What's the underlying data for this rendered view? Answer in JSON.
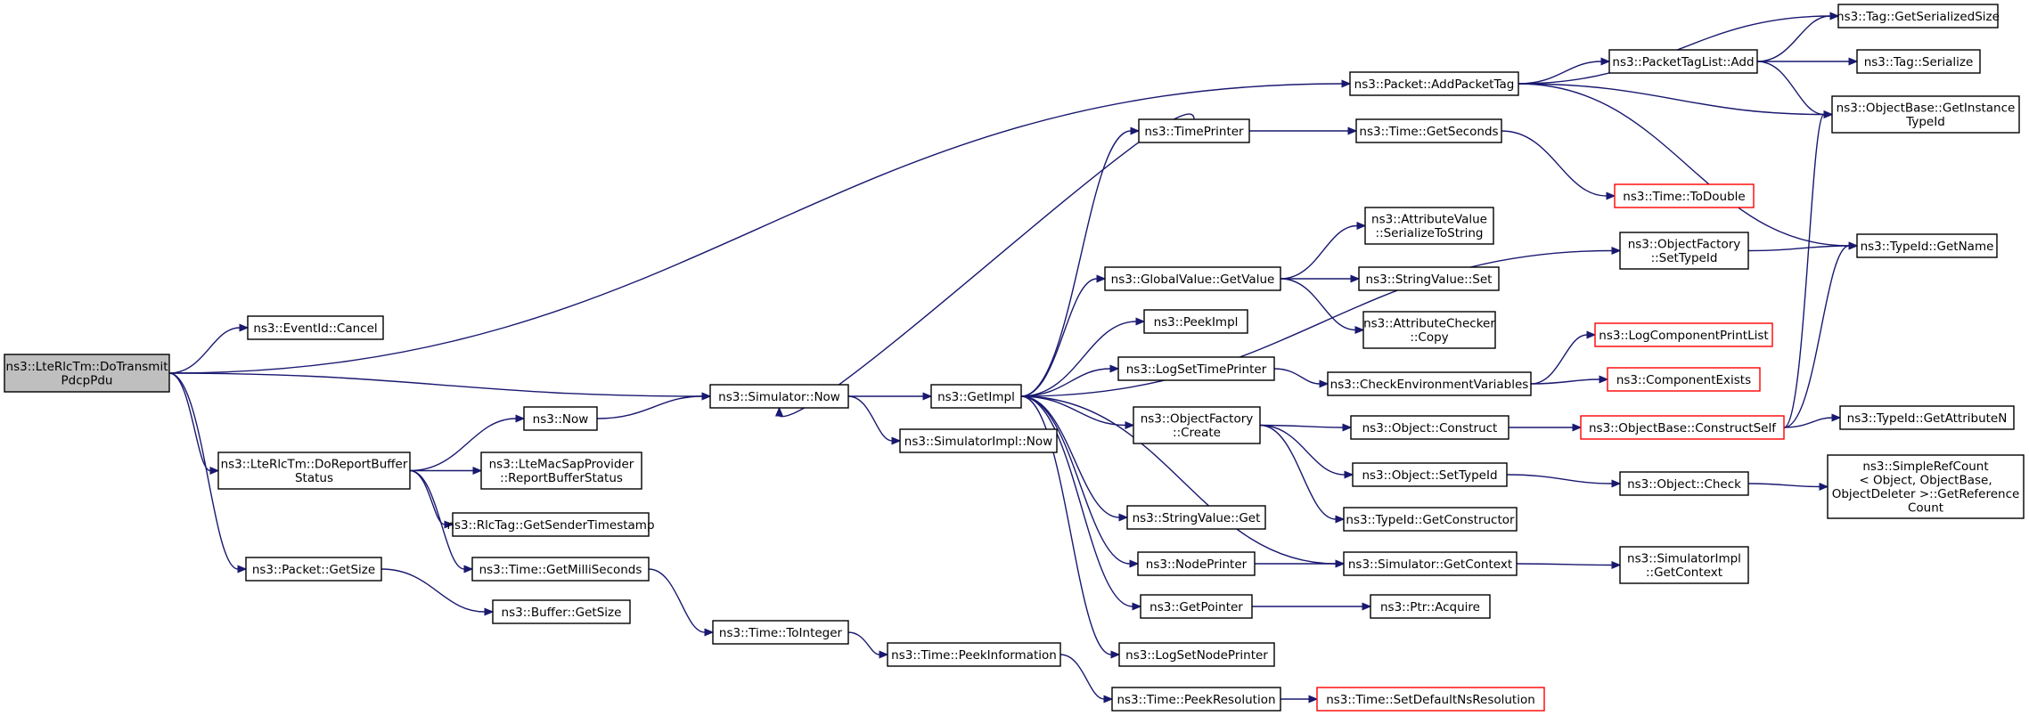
{
  "colors": {
    "edge": "#191970",
    "node_border": "#000000",
    "truncated_border": "#ff0000",
    "root_fill": "#bfbfbf"
  },
  "nodes": [
    {
      "id": "root",
      "lines": [
        "ns3::LteRlcTm::DoTransmit",
        "PdcpPdu"
      ],
      "root": true
    },
    {
      "id": "eventid_cancel",
      "lines": [
        "ns3::EventId::Cancel"
      ]
    },
    {
      "id": "doreport",
      "lines": [
        "ns3::LteRlcTm::DoReportBuffer",
        "Status"
      ]
    },
    {
      "id": "packet_getsize",
      "lines": [
        "ns3::Packet::GetSize"
      ]
    },
    {
      "id": "ns3_now",
      "lines": [
        "ns3::Now"
      ]
    },
    {
      "id": "ltemac",
      "lines": [
        "ns3::LteMacSapProvider",
        "::ReportBufferStatus"
      ]
    },
    {
      "id": "rlctag",
      "lines": [
        "ns3::RlcTag::GetSenderTimestamp"
      ]
    },
    {
      "id": "getmilli",
      "lines": [
        "ns3::Time::GetMilliSeconds"
      ]
    },
    {
      "id": "buffer_getsize",
      "lines": [
        "ns3::Buffer::GetSize"
      ]
    },
    {
      "id": "sim_now",
      "lines": [
        "ns3::Simulator::Now"
      ]
    },
    {
      "id": "tointeger",
      "lines": [
        "ns3::Time::ToInteger"
      ]
    },
    {
      "id": "getimpl",
      "lines": [
        "ns3::GetImpl"
      ]
    },
    {
      "id": "simimpl_now",
      "lines": [
        "ns3::SimulatorImpl::Now"
      ]
    },
    {
      "id": "peekinfo",
      "lines": [
        "ns3::Time::PeekInformation"
      ]
    },
    {
      "id": "timeprinter",
      "lines": [
        "ns3::TimePrinter"
      ]
    },
    {
      "id": "globalvalue",
      "lines": [
        "ns3::GlobalValue::GetValue"
      ]
    },
    {
      "id": "peekimpl",
      "lines": [
        "ns3::PeekImpl"
      ]
    },
    {
      "id": "logsettime",
      "lines": [
        "ns3::LogSetTimePrinter"
      ]
    },
    {
      "id": "objfactory_create",
      "lines": [
        "ns3::ObjectFactory",
        "::Create"
      ]
    },
    {
      "id": "stringvalue_get",
      "lines": [
        "ns3::StringValue::Get"
      ]
    },
    {
      "id": "nodeprinter",
      "lines": [
        "ns3::NodePrinter"
      ]
    },
    {
      "id": "getpointer",
      "lines": [
        "ns3::GetPointer"
      ]
    },
    {
      "id": "logsetnode",
      "lines": [
        "ns3::LogSetNodePrinter"
      ]
    },
    {
      "id": "peekres",
      "lines": [
        "ns3::Time::PeekResolution"
      ]
    },
    {
      "id": "addpackettag",
      "lines": [
        "ns3::Packet::AddPacketTag"
      ]
    },
    {
      "id": "gettime_seconds",
      "lines": [
        "ns3::Time::GetSeconds"
      ]
    },
    {
      "id": "attrvalue",
      "lines": [
        "ns3::AttributeValue",
        "::SerializeToString"
      ]
    },
    {
      "id": "stringvalue_set",
      "lines": [
        "ns3::StringValue::Set"
      ]
    },
    {
      "id": "attrchecker",
      "lines": [
        "ns3::AttributeChecker",
        "::Copy"
      ]
    },
    {
      "id": "checkenv",
      "lines": [
        "ns3::CheckEnvironmentVariables"
      ]
    },
    {
      "id": "obj_construct",
      "lines": [
        "ns3::Object::Construct"
      ]
    },
    {
      "id": "obj_settypeid",
      "lines": [
        "ns3::Object::SetTypeId"
      ]
    },
    {
      "id": "typeid_getctor",
      "lines": [
        "ns3::TypeId::GetConstructor"
      ]
    },
    {
      "id": "sim_getcontext",
      "lines": [
        "ns3::Simulator::GetContext"
      ]
    },
    {
      "id": "ptr_acquire",
      "lines": [
        "ns3::Ptr::Acquire"
      ]
    },
    {
      "id": "setdefaultns",
      "lines": [
        "ns3::Time::SetDefaultNsResolution"
      ],
      "truncated": true
    },
    {
      "id": "packettaglist_add",
      "lines": [
        "ns3::PacketTagList::Add"
      ]
    },
    {
      "id": "todouble",
      "lines": [
        "ns3::Time::ToDouble"
      ],
      "truncated": true
    },
    {
      "id": "objfactory_settypeid",
      "lines": [
        "ns3::ObjectFactory",
        "::SetTypeId"
      ]
    },
    {
      "id": "logcompprint",
      "lines": [
        "ns3::LogComponentPrintList"
      ],
      "truncated": true
    },
    {
      "id": "compexists",
      "lines": [
        "ns3::ComponentExists"
      ],
      "truncated": true
    },
    {
      "id": "objbase_constructself",
      "lines": [
        "ns3::ObjectBase::ConstructSelf"
      ],
      "truncated": true
    },
    {
      "id": "obj_check",
      "lines": [
        "ns3::Object::Check"
      ]
    },
    {
      "id": "simimpl_getcontext",
      "lines": [
        "ns3::SimulatorImpl",
        "::GetContext"
      ]
    },
    {
      "id": "tag_getsersize",
      "lines": [
        "ns3::Tag::GetSerializedSize"
      ]
    },
    {
      "id": "tag_serialize",
      "lines": [
        "ns3::Tag::Serialize"
      ]
    },
    {
      "id": "objbase_getinst",
      "lines": [
        "ns3::ObjectBase::GetInstance",
        "TypeId"
      ]
    },
    {
      "id": "typeid_getname",
      "lines": [
        "ns3::TypeId::GetName"
      ]
    },
    {
      "id": "typeid_getattr",
      "lines": [
        "ns3::TypeId::GetAttributeN"
      ]
    },
    {
      "id": "simplerefcount",
      "lines": [
        "ns3::SimpleRefCount",
        "< Object, ObjectBase,",
        "ObjectDeleter >::GetReference",
        "Count"
      ]
    }
  ],
  "edges": [
    [
      "root",
      "eventid_cancel"
    ],
    [
      "root",
      "doreport"
    ],
    [
      "root",
      "packet_getsize"
    ],
    [
      "root",
      "sim_now"
    ],
    [
      "root",
      "addpackettag"
    ],
    [
      "doreport",
      "ns3_now"
    ],
    [
      "doreport",
      "ltemac"
    ],
    [
      "doreport",
      "rlctag"
    ],
    [
      "doreport",
      "getmilli"
    ],
    [
      "packet_getsize",
      "buffer_getsize"
    ],
    [
      "ns3_now",
      "sim_now"
    ],
    [
      "getmilli",
      "tointeger"
    ],
    [
      "sim_now",
      "getimpl"
    ],
    [
      "sim_now",
      "simimpl_now"
    ],
    [
      "tointeger",
      "peekinfo"
    ],
    [
      "peekinfo",
      "peekres"
    ],
    [
      "peekres",
      "setdefaultns"
    ],
    [
      "getimpl",
      "timeprinter"
    ],
    [
      "getimpl",
      "globalvalue"
    ],
    [
      "getimpl",
      "peekimpl"
    ],
    [
      "getimpl",
      "logsettime"
    ],
    [
      "getimpl",
      "objfactory_create"
    ],
    [
      "getimpl",
      "stringvalue_get"
    ],
    [
      "getimpl",
      "nodeprinter"
    ],
    [
      "getimpl",
      "getpointer"
    ],
    [
      "getimpl",
      "logsetnode"
    ],
    [
      "getimpl",
      "objfactory_settypeid"
    ],
    [
      "getimpl",
      "sim_getcontext"
    ],
    [
      "timeprinter",
      "sim_now"
    ],
    [
      "timeprinter",
      "gettime_seconds"
    ],
    [
      "gettime_seconds",
      "todouble"
    ],
    [
      "globalvalue",
      "attrvalue"
    ],
    [
      "globalvalue",
      "stringvalue_set"
    ],
    [
      "globalvalue",
      "attrchecker"
    ],
    [
      "logsettime",
      "checkenv"
    ],
    [
      "checkenv",
      "logcompprint"
    ],
    [
      "checkenv",
      "compexists"
    ],
    [
      "objfactory_create",
      "obj_construct"
    ],
    [
      "objfactory_create",
      "obj_settypeid"
    ],
    [
      "objfactory_create",
      "typeid_getctor"
    ],
    [
      "obj_construct",
      "objbase_constructself"
    ],
    [
      "objbase_constructself",
      "typeid_getattr"
    ],
    [
      "objbase_constructself",
      "objbase_getinst"
    ],
    [
      "objbase_constructself",
      "typeid_getname"
    ],
    [
      "obj_settypeid",
      "obj_check"
    ],
    [
      "obj_check",
      "simplerefcount"
    ],
    [
      "nodeprinter",
      "sim_getcontext"
    ],
    [
      "sim_getcontext",
      "simimpl_getcontext"
    ],
    [
      "getpointer",
      "ptr_acquire"
    ],
    [
      "objfactory_settypeid",
      "typeid_getname"
    ],
    [
      "addpackettag",
      "tag_getsersize"
    ],
    [
      "addpackettag",
      "packettaglist_add"
    ],
    [
      "addpackettag",
      "objbase_getinst"
    ],
    [
      "addpackettag",
      "typeid_getname"
    ],
    [
      "packettaglist_add",
      "tag_getsersize"
    ],
    [
      "packettaglist_add",
      "tag_serialize"
    ],
    [
      "packettaglist_add",
      "objbase_getinst"
    ]
  ]
}
